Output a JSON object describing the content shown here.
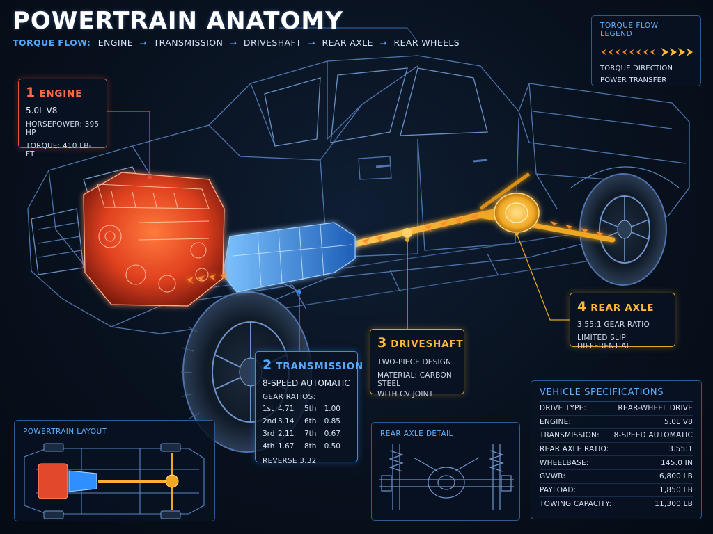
{
  "header": {
    "title": "POWERTRAIN ANATOMY",
    "flow_label": "TORQUE FLOW:",
    "flow_steps": [
      "ENGINE",
      "TRANSMISSION",
      "DRIVESHAFT",
      "REAR AXLE",
      "REAR WHEELS"
    ]
  },
  "legend": {
    "title": "TORQUE FLOW LEGEND",
    "items": [
      "TORQUE DIRECTION",
      "POWER TRANSFER"
    ]
  },
  "engine": {
    "number": "1",
    "name": "ENGINE",
    "model": "5.0L V8",
    "horsepower": "HORSEPOWER: 395 HP",
    "torque": "TORQUE: 410 LB-FT"
  },
  "transmission": {
    "number": "2",
    "name": "TRANSMISSION",
    "type": "8-SPEED AUTOMATIC",
    "ratios_label": "GEAR RATIOS:",
    "gears": [
      {
        "gear": "1st",
        "ratio": "4.71"
      },
      {
        "gear": "2nd",
        "ratio": "3.14"
      },
      {
        "gear": "3rd",
        "ratio": "2.11"
      },
      {
        "gear": "4th",
        "ratio": "1.67"
      },
      {
        "gear": "5th",
        "ratio": "1.00"
      },
      {
        "gear": "6th",
        "ratio": "0.85"
      },
      {
        "gear": "7th",
        "ratio": "0.67"
      },
      {
        "gear": "8th",
        "ratio": "0.50"
      }
    ],
    "reverse": "REVERSE 3.32"
  },
  "driveshaft": {
    "number": "3",
    "name": "DRIVESHAFT",
    "design": "TWO-PIECE DESIGN",
    "material": "MATERIAL: CARBON STEEL",
    "joint": "WITH CV JOINT"
  },
  "rear_axle": {
    "number": "4",
    "name": "REAR AXLE",
    "ratio": "3.55:1 GEAR RATIO",
    "diff": "LIMITED SLIP DIFFERENTIAL"
  },
  "specs": {
    "title": "VEHICLE SPECIFICATIONS",
    "rows": [
      {
        "label": "DRIVE TYPE:",
        "value": "REAR-WHEEL DRIVE"
      },
      {
        "label": "ENGINE:",
        "value": "5.0L V8"
      },
      {
        "label": "TRANSMISSION:",
        "value": "8-SPEED AUTOMATIC"
      },
      {
        "label": "REAR AXLE RATIO:",
        "value": "3.55:1"
      },
      {
        "label": "WHEELBASE:",
        "value": "145.0 IN"
      },
      {
        "label": "GVWR:",
        "value": "6,800 LB"
      },
      {
        "label": "PAYLOAD:",
        "value": "1,850 LB"
      },
      {
        "label": "TOWING CAPACITY:",
        "value": "11,300 LB"
      }
    ]
  },
  "panels": {
    "layout_title": "POWERTRAIN LAYOUT",
    "axle_detail_title": "REAR AXLE DETAIL"
  },
  "colors": {
    "engine": "#ff5a36",
    "transmission": "#2f8fff",
    "driveshaft": "#ffb02e",
    "wireframe": "#5a86c4"
  }
}
